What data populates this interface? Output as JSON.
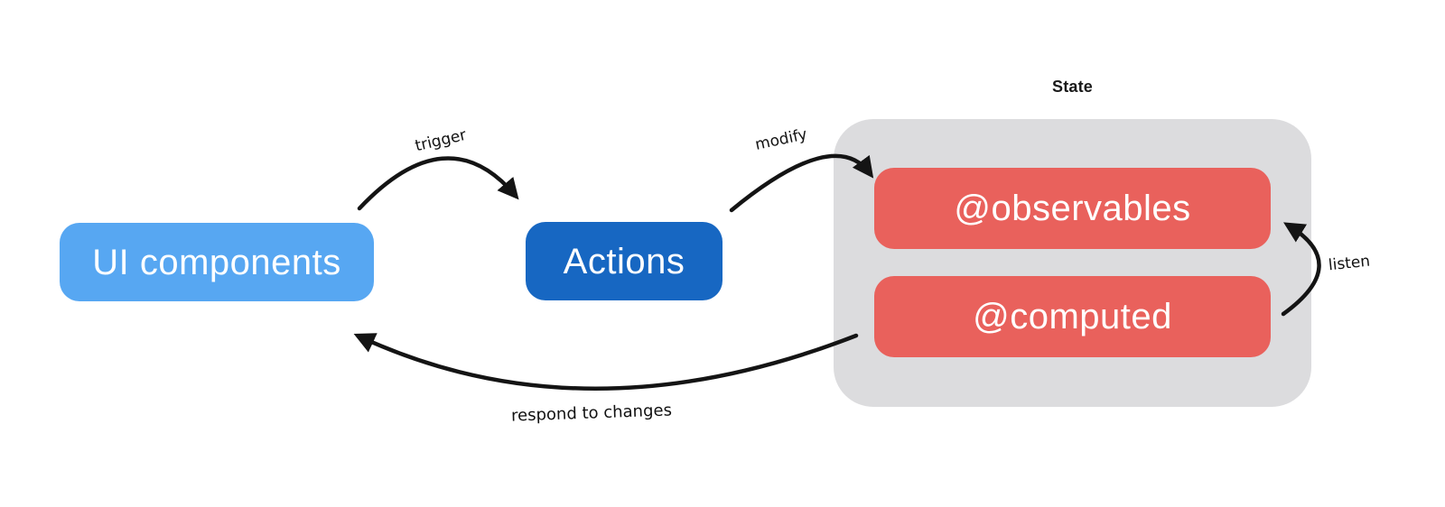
{
  "diagram": {
    "background": "#FFFFFF",
    "arrow_color": "#141414",
    "nodes": {
      "ui_components": {
        "label": "UI components",
        "fill": "#57A7F2",
        "text_color": "#FFFFFF"
      },
      "actions": {
        "label": "Actions",
        "fill": "#1767C2",
        "text_color": "#FFFFFF"
      },
      "state_group": {
        "label": "State",
        "fill": "#DCDCDE",
        "label_color": "#1A1A1A"
      },
      "observables": {
        "label": "@observables",
        "fill": "#E9615C",
        "text_color": "#FFFFFF"
      },
      "computed": {
        "label": "@computed",
        "fill": "#E9615C",
        "text_color": "#FFFFFF"
      }
    },
    "edges": [
      {
        "id": "trigger",
        "label": "trigger",
        "from": "ui_components",
        "to": "actions"
      },
      {
        "id": "modify",
        "label": "modify",
        "from": "actions",
        "to": "observables"
      },
      {
        "id": "listen",
        "label": "listen",
        "from": "computed",
        "to": "observables"
      },
      {
        "id": "respond",
        "label": "respond to changes",
        "from": "computed",
        "to": "ui_components"
      }
    ]
  }
}
